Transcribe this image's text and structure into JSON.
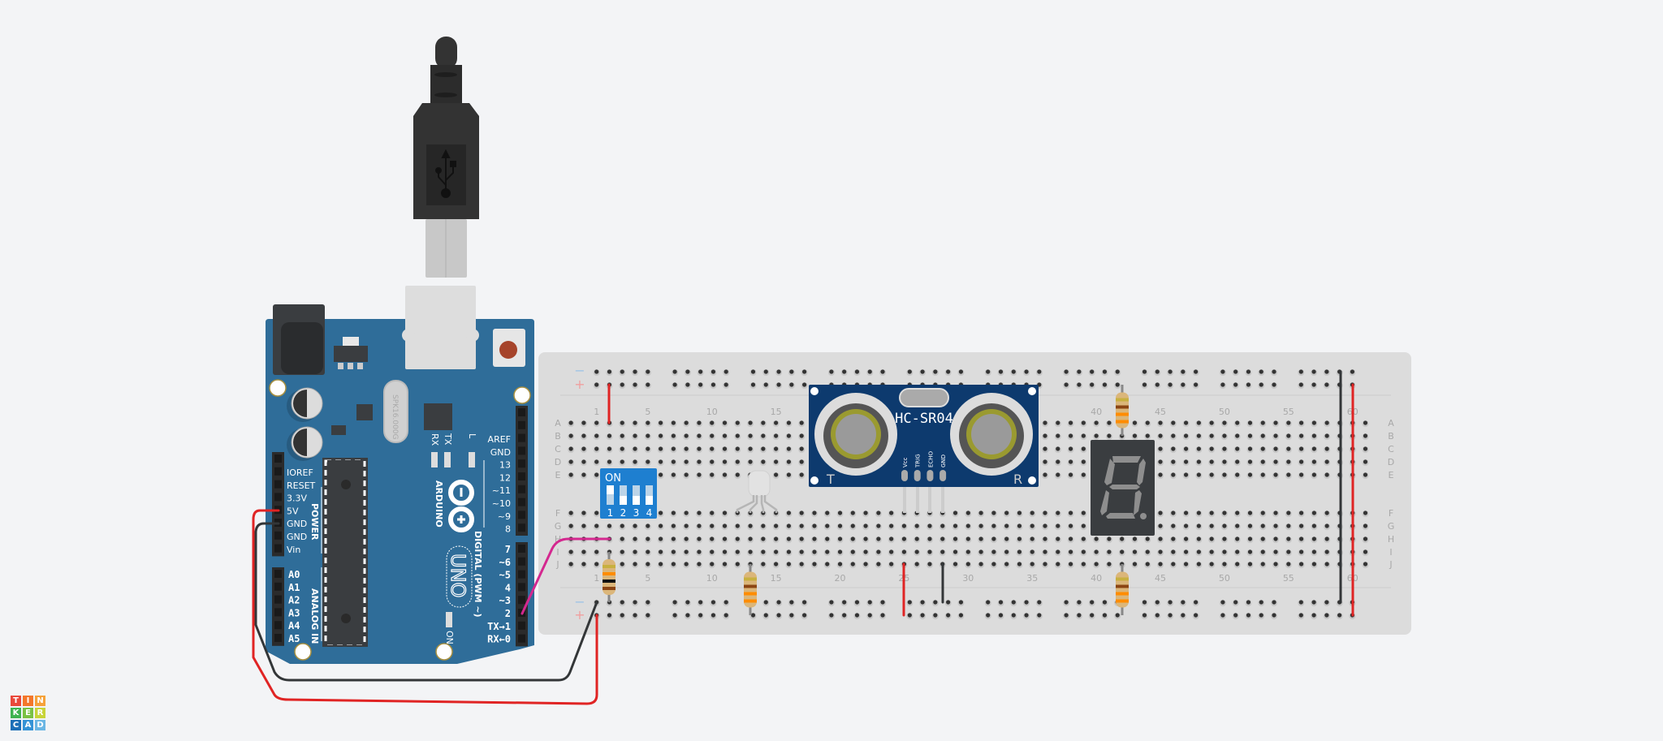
{
  "app": {
    "logo_letters": [
      "T",
      "I",
      "N",
      "K",
      "E",
      "R",
      "C",
      "A",
      "D"
    ],
    "logo_colors": [
      "#e9483b",
      "#f4772a",
      "#f6a23a",
      "#3fb34f",
      "#7ac143",
      "#c8d439",
      "#1c6fb7",
      "#3593d6",
      "#6bb6e4"
    ]
  },
  "colors": {
    "background": "#f3f4f6",
    "arduino_board": "#2f6d99",
    "breadboard": "#dcdcdc",
    "wire_red": "#e02424",
    "wire_black": "#333638",
    "wire_pink": "#d4288f",
    "sensor_board": "#0d3a6e",
    "dip_switch": "#1e7fd0",
    "seven_segment": "#3a3d40"
  },
  "arduino": {
    "brand": "ARDUINO",
    "model": "UNO",
    "crystal_text": "SPK16.000G",
    "power_header_title": "POWER",
    "analog_header_title": "ANALOG IN",
    "digital_header_title": "DIGITAL (PWM ~)",
    "power_pins": [
      "IOREF",
      "RESET",
      "3.3V",
      "5V",
      "GND",
      "GND",
      "Vin"
    ],
    "analog_pins": [
      "A0",
      "A1",
      "A2",
      "A3",
      "A4",
      "A5"
    ],
    "digital_pins_upper": [
      "AREF",
      "GND",
      "13",
      "12",
      "~11",
      "~10",
      "~9",
      "8"
    ],
    "digital_pins_lower": [
      "7",
      "~6",
      "~5",
      "4",
      "~3",
      "2",
      "TX→1",
      "RX←0"
    ],
    "led_labels": [
      "RX",
      "TX",
      "L"
    ],
    "on_label": "ON"
  },
  "breadboard": {
    "column_numbers": [
      "1",
      "5",
      "10",
      "15",
      "20",
      "25",
      "30",
      "35",
      "40",
      "45",
      "50",
      "55",
      "60"
    ],
    "row_letters_top": [
      "A",
      "B",
      "C",
      "D",
      "E"
    ],
    "row_letters_bottom": [
      "F",
      "G",
      "H",
      "I",
      "J"
    ],
    "rail_minus": "−",
    "rail_plus": "+"
  },
  "ultrasonic_sensor": {
    "title": "HC-SR04",
    "pins": [
      "Vcc",
      "TRIG",
      "ECHO",
      "GND"
    ],
    "transmitter_label": "T",
    "receiver_label": "R"
  },
  "dip_switch": {
    "on_label": "ON",
    "switch_numbers": [
      "1",
      "2",
      "3",
      "4"
    ],
    "switch_states": [
      true,
      false,
      false,
      false
    ]
  }
}
